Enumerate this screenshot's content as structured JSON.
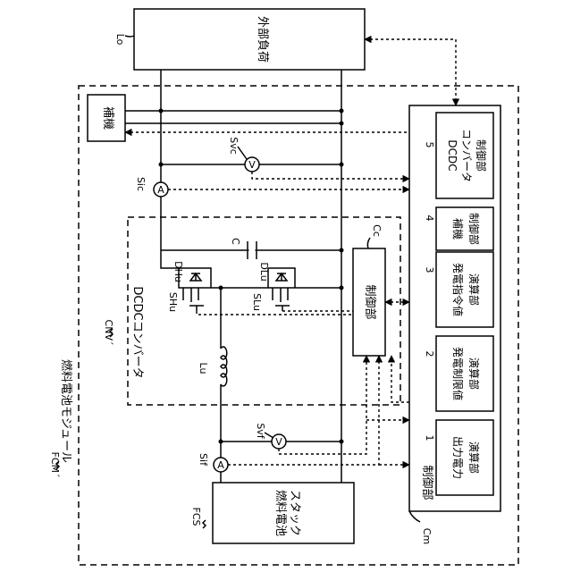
{
  "modules": {
    "fcm": "FCM´",
    "fcm_title": "燃料電池モジュール",
    "cnv": "CNV´",
    "cnv_title": "DCDCコンバータ",
    "cc": "Cc",
    "cc_box": "制御部",
    "cm": "Cm",
    "cm_title": "制御部"
  },
  "load": {
    "ref": "Lo",
    "label": "外部負荷"
  },
  "aux": {
    "label": "補機"
  },
  "stack": {
    "ref": "FCS",
    "line1": "燃料電池",
    "line2": "スタック"
  },
  "sensors": {
    "svc": "Svc",
    "svc_sym": "V",
    "sic": "Sic",
    "sic_sym": "A",
    "svf": "Svf",
    "svf_sym": "V",
    "sif": "Sif",
    "sif_sym": "A"
  },
  "components": {
    "c": "C",
    "dhu": "DHu",
    "shu": "SHu",
    "dlu": "DLu",
    "slu": "SLu",
    "lu": "Lu"
  },
  "units": [
    {
      "num": "5",
      "lines": [
        "DCDC",
        "コンバータ",
        "制御部"
      ]
    },
    {
      "num": "4",
      "lines": [
        "補機",
        "制御部"
      ]
    },
    {
      "num": "3",
      "lines": [
        "発電指令値",
        "演算部"
      ]
    },
    {
      "num": "2",
      "lines": [
        "発電制限値",
        "演算部"
      ]
    },
    {
      "num": "1",
      "lines": [
        "出力電力",
        "演算部"
      ]
    }
  ]
}
